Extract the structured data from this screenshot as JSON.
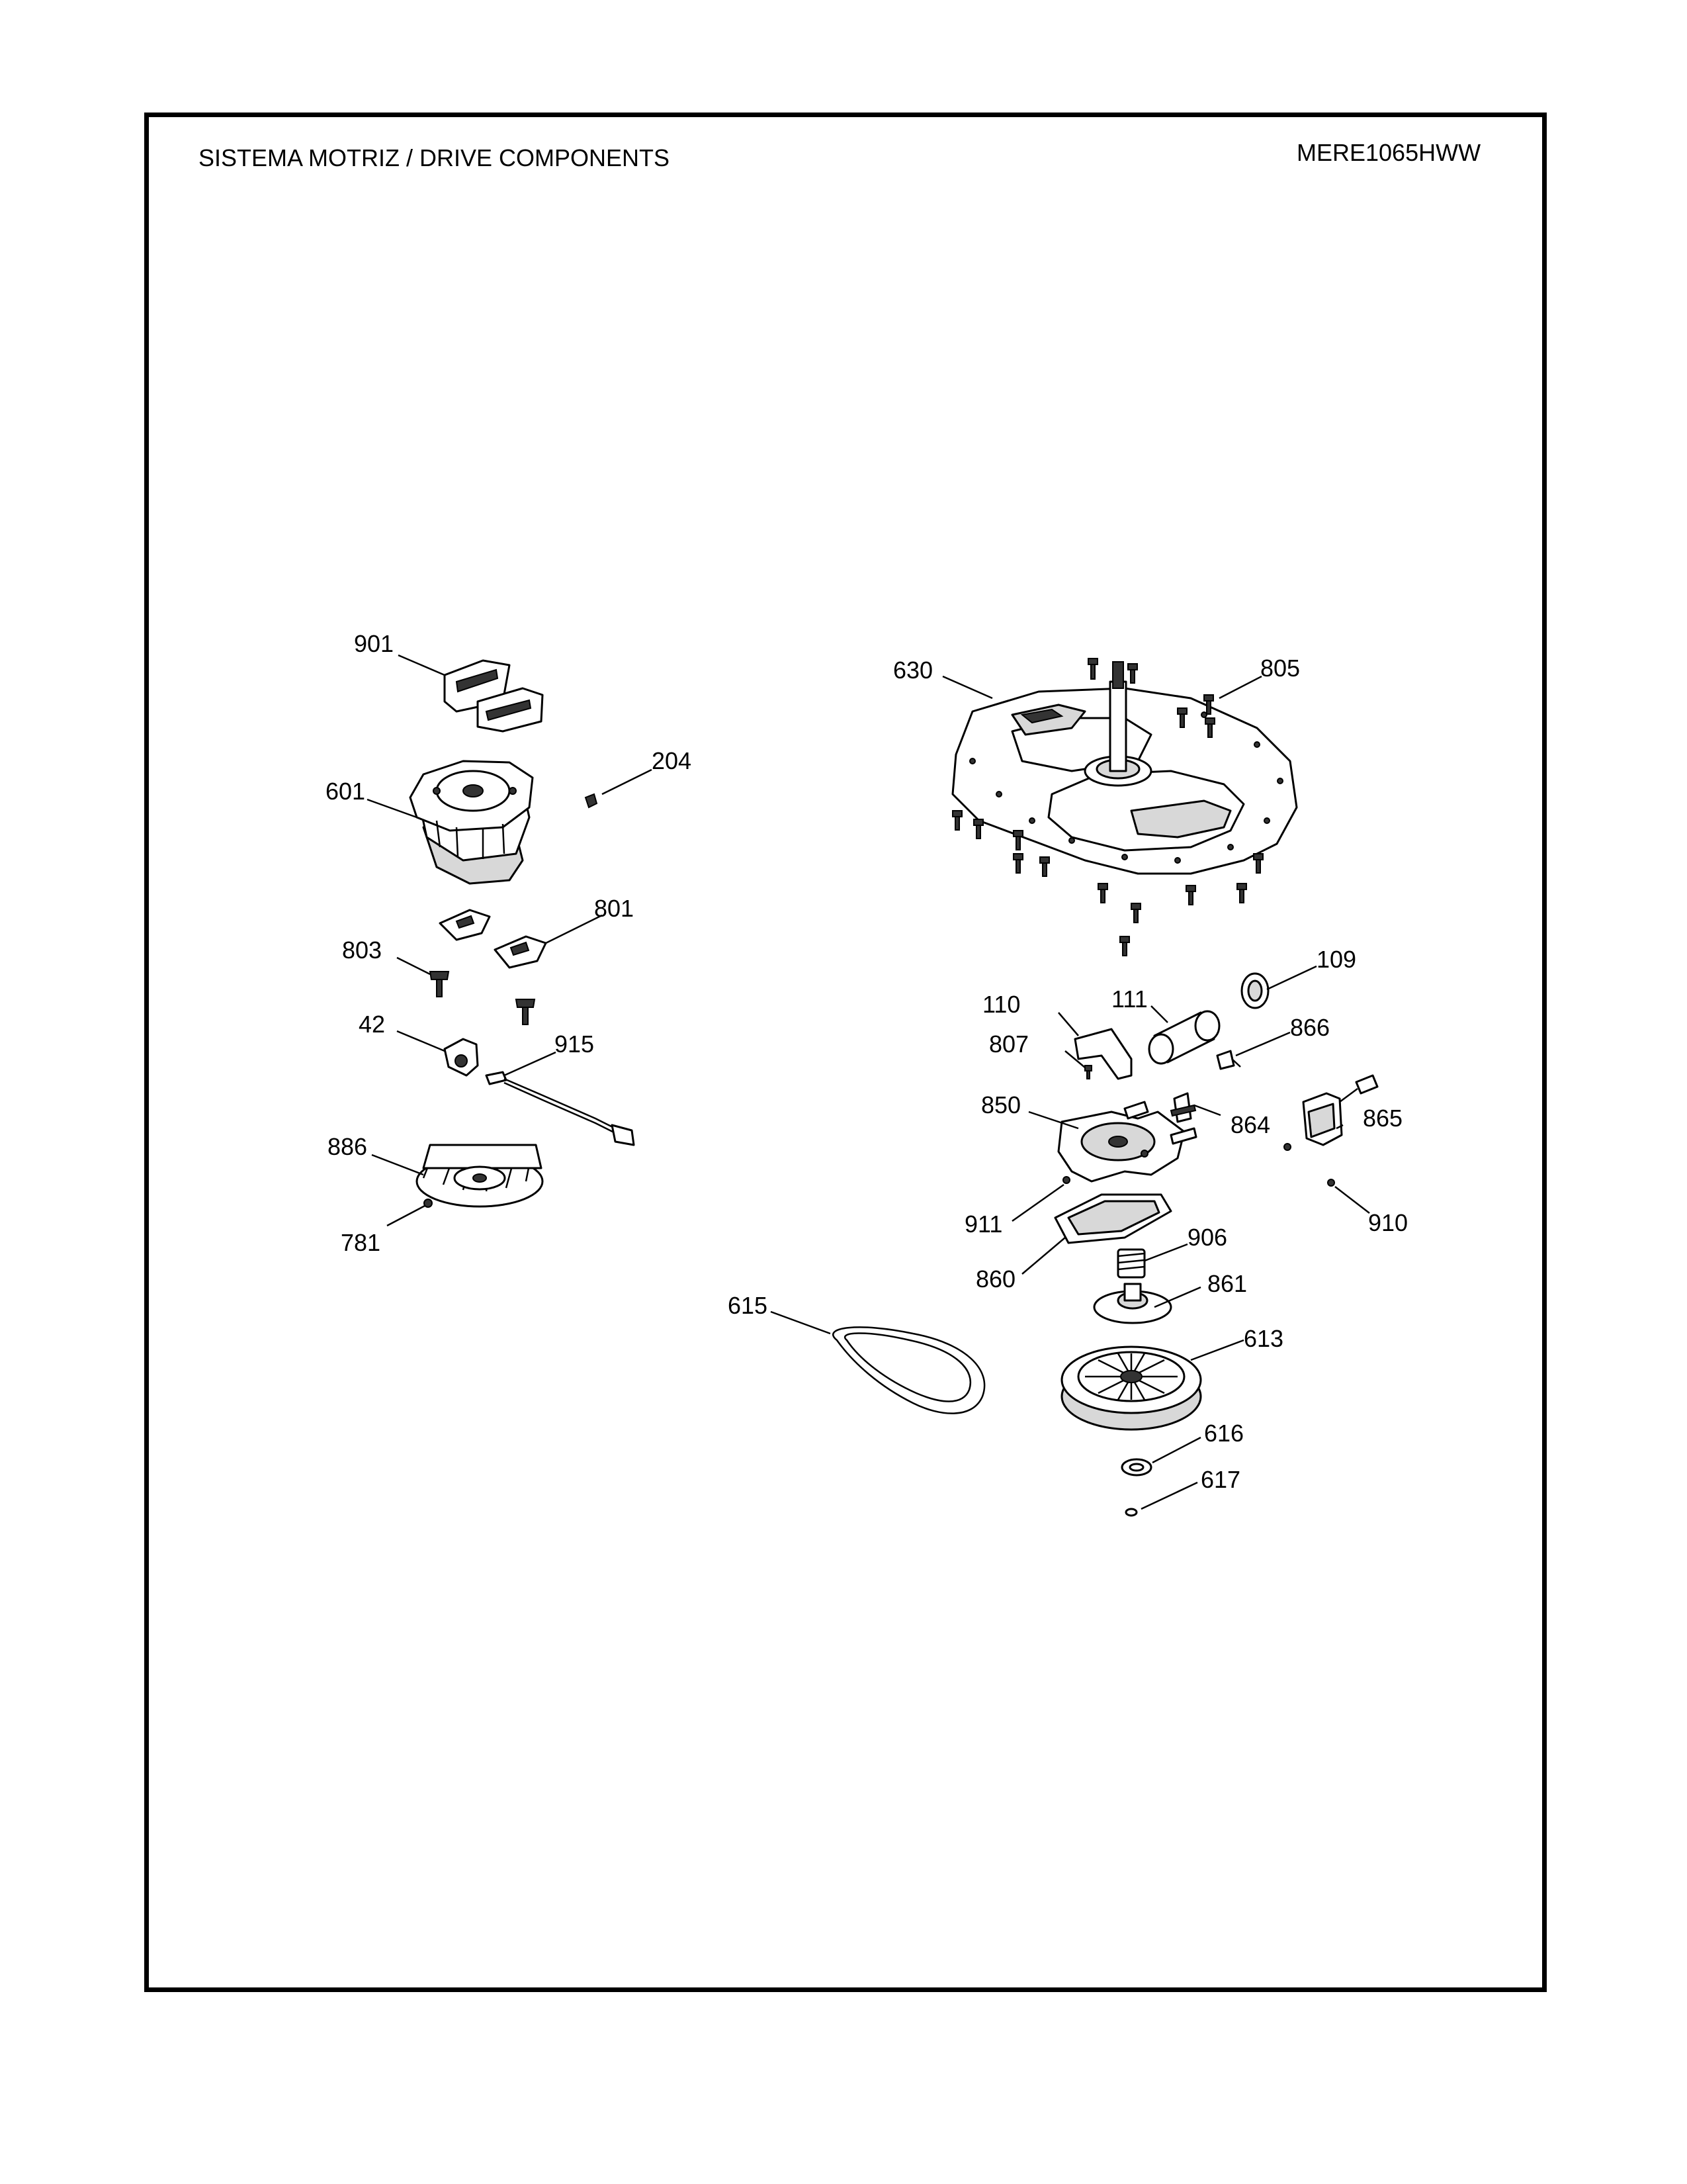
{
  "header": {
    "title": "SISTEMA MOTRIZ / DRIVE COMPONENTS",
    "model": "MERE1065HWW"
  },
  "part_numbers": {
    "p901": "901",
    "p204": "204",
    "p601": "601",
    "p801": "801",
    "p803": "803",
    "p42": "42",
    "p915": "915",
    "p886": "886",
    "p781": "781",
    "p630": "630",
    "p805": "805",
    "p109": "109",
    "p110": "110",
    "p111": "111",
    "p807": "807",
    "p866": "866",
    "p850": "850",
    "p864": "864",
    "p865": "865",
    "p911": "911",
    "p910": "910",
    "p906": "906",
    "p860": "860",
    "p861": "861",
    "p615": "615",
    "p613": "613",
    "p616": "616",
    "p617": "617"
  }
}
